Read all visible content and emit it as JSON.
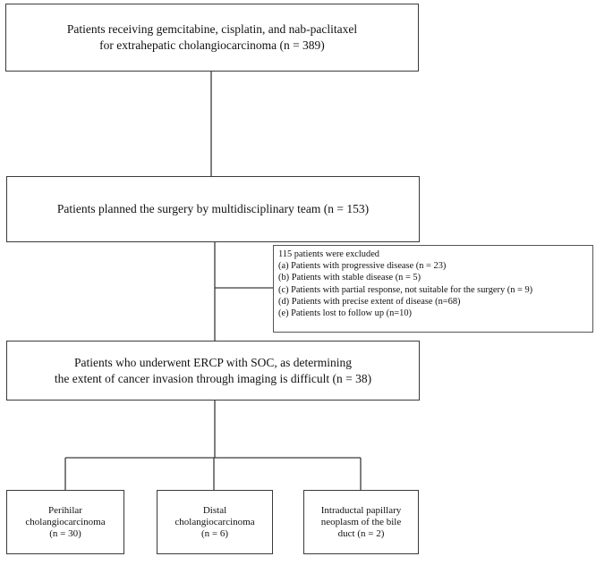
{
  "boxes": {
    "top": [
      "Patients receiving gemcitabine, cisplatin, and nab-paclitaxel",
      "for extrahepatic cholangiocarcinoma (n = 389)"
    ],
    "planned": [
      "Patients planned the surgery by multidisciplinary team (n = 153)"
    ],
    "ercp": [
      "Patients who underwent ERCP with SOC, as determining",
      "the extent of cancer invasion through imaging is difficult (n = 38)"
    ],
    "perihilar": [
      "Perihilar",
      "cholangiocarcinoma",
      "(n = 30)"
    ],
    "distal": [
      "Distal",
      "cholangiocarcinoma",
      "(n = 6)"
    ],
    "ipnb": [
      "Intraductal papillary",
      "neoplasm of the bile",
      "duct (n = 2)"
    ]
  },
  "exclusion": {
    "title": "115 patients were excluded",
    "items": [
      "(a) Patients with progressive disease (n = 23)",
      "(b) Patients with stable disease (n = 5)",
      "(c) Patients with partial response, not suitable for the surgery (n = 9)",
      "(d) Patients with precise extent of disease (n=68)",
      "(e) Patients lost to follow up (n=10)"
    ]
  }
}
